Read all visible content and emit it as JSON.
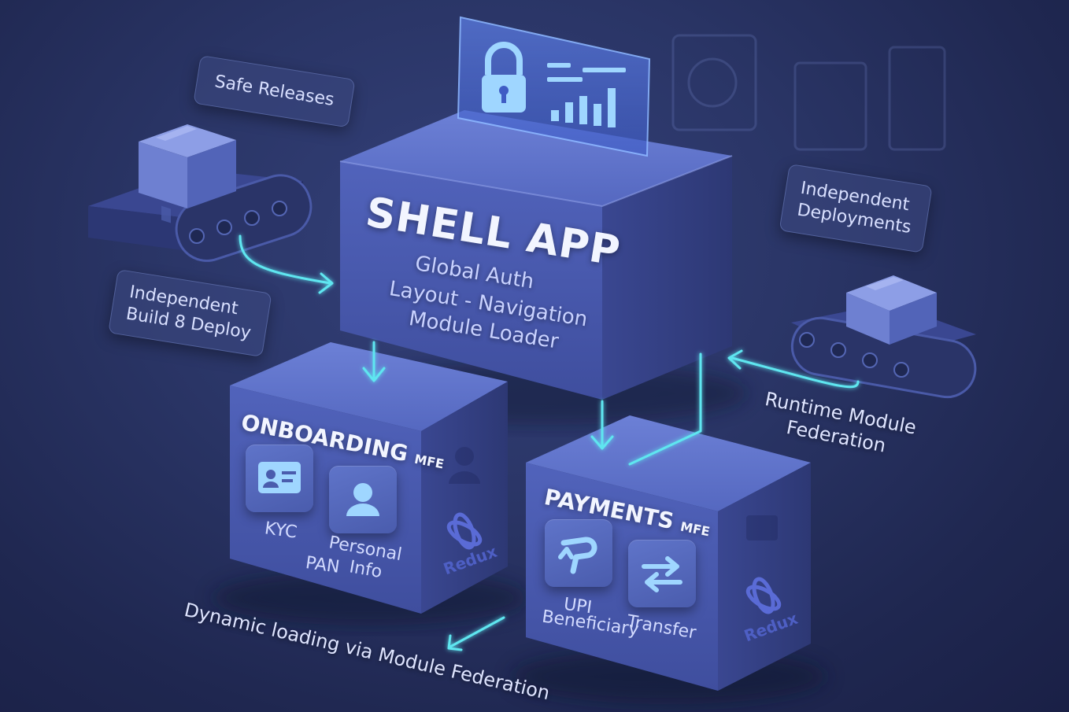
{
  "shell": {
    "title": "SHELL APP",
    "lines": [
      "Global Auth",
      "Layout - Navigation",
      "Module Loader"
    ]
  },
  "onboarding": {
    "title": "ONBOARDING",
    "suffix": "MFE",
    "tiles": [
      {
        "label": "KYC",
        "icon": "id-card-icon"
      },
      {
        "label_lines": [
          "Personal",
          "Info"
        ],
        "icon": "user-icon"
      }
    ],
    "extra_label": "PAN",
    "badge": "Redux"
  },
  "payments": {
    "title": "PAYMENTS",
    "suffix": "MFE",
    "tiles": [
      {
        "label": "UPI",
        "icon": "upi-icon"
      },
      {
        "label": "Transfer",
        "icon": "transfer-arrows-icon"
      }
    ],
    "extra_label": "Beneficiary",
    "badge": "Redux"
  },
  "tags": {
    "safe_releases": "Safe Releases",
    "independent_build": [
      "Independent",
      "Build 8 Deploy"
    ],
    "independent_deployments": [
      "Independent",
      "Deployments"
    ]
  },
  "labels": {
    "runtime": [
      "Runtime Module",
      "Federation"
    ],
    "dynamic": "Dynamic loading via Module Federation"
  },
  "colors": {
    "accent_cyan": "#5ee6f0",
    "box_face": "#4b5cb0",
    "background": "#27305e"
  }
}
